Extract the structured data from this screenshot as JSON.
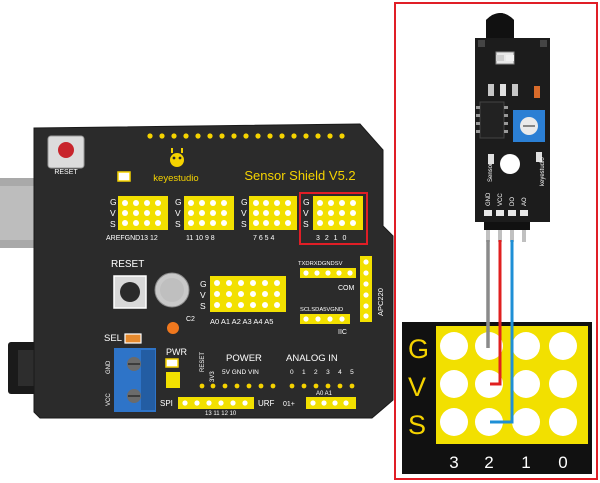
{
  "shield": {
    "reset_button_label": "RESET",
    "brand": "keyestudio",
    "title": "Sensor Shield V5.2",
    "gvs": [
      "G",
      "V",
      "S"
    ],
    "top_left_pins": "AREFGND13 12",
    "top_mid_pins": "11 10 9 8",
    "top_right1_pins": "7 6 5 4",
    "top_right2_pins": "3 2 1 0",
    "reset_label": "RESET",
    "cap_label": "C2",
    "analog_pins": "A0 A1 A2 A3 A4 A5",
    "com_pins": "TXDRXDGNDSV",
    "com_label": "COM",
    "apc_label": "APC220",
    "iic_pins": "SCLSDA5VGND",
    "iic_label": "IIC",
    "sel_label": "SEL",
    "pwr_label": "PWR",
    "gnd_label": "GND",
    "vcc_label": "VCC",
    "reset_small": "RESET",
    "v33_label": "3V3",
    "power_label": "POWER",
    "power_pins": "5V GND VIN",
    "analog_in_label": "ANALOG IN",
    "analog_in_nums": "0 1 2 3 4 5",
    "spi_label": "SPI",
    "spi_nums": "13 11 12 10",
    "urf_label": "URF",
    "urf_nums": "01+",
    "a0a1_label": "A0 A1"
  },
  "sensor": {
    "pin_labels": [
      "GND",
      "VCC",
      "DO",
      "AO"
    ],
    "side_label1": "Sensor",
    "side_label2": "keyestudio"
  },
  "zoom": {
    "row_labels": [
      "G",
      "V",
      "S"
    ],
    "col_labels": [
      "3",
      "2",
      "1",
      "0"
    ]
  },
  "colors": {
    "board": "#2b2b2b",
    "silkscreen": "#f5d300",
    "header_yellow": "#f2e000",
    "highlight_box": "#e01e26",
    "wire_gray": "#8a8a8a",
    "wire_red": "#e02020",
    "wire_blue": "#1e8fd6",
    "terminal_blue": "#2e74c8"
  }
}
